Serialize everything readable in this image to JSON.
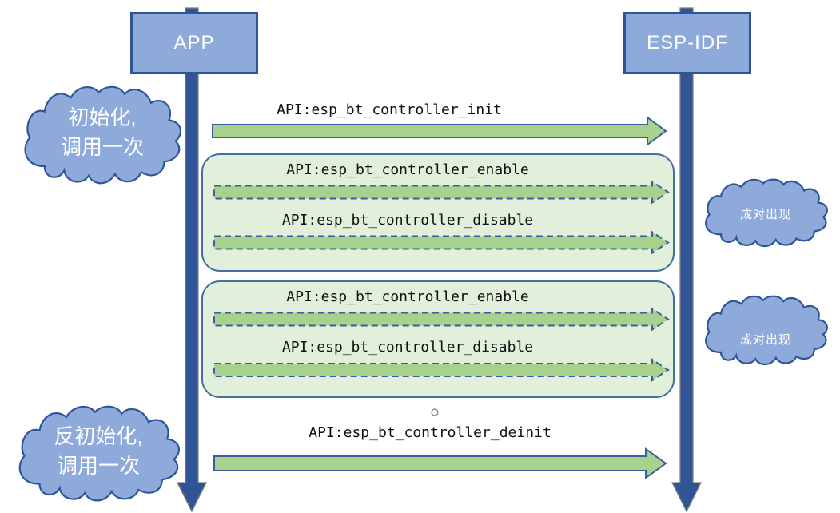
{
  "actors": {
    "app": "APP",
    "espidf": "ESP-IDF"
  },
  "api_calls": {
    "init": "API:esp_bt_controller_init",
    "enable": "API:esp_bt_controller_enable",
    "disable": "API:esp_bt_controller_disable",
    "deinit": "API:esp_bt_controller_deinit"
  },
  "notes": {
    "init": {
      "line1": "初始化,",
      "line2": "调用一次"
    },
    "deinit": {
      "line1": "反初始化,",
      "line2": "调用一次"
    },
    "pair": "成对出现"
  },
  "colors": {
    "actor_fill": "#8eaadb",
    "actor_border": "#2f5597",
    "lifeline_fill": "#2f5597",
    "arrow_fill": "#a9d18e",
    "arrow_border": "#3b5f9e",
    "group_fill": "#e2efda",
    "group_border": "#41719c",
    "cloud_fill": "#8eaadb",
    "cloud_border": "#2f5597"
  }
}
